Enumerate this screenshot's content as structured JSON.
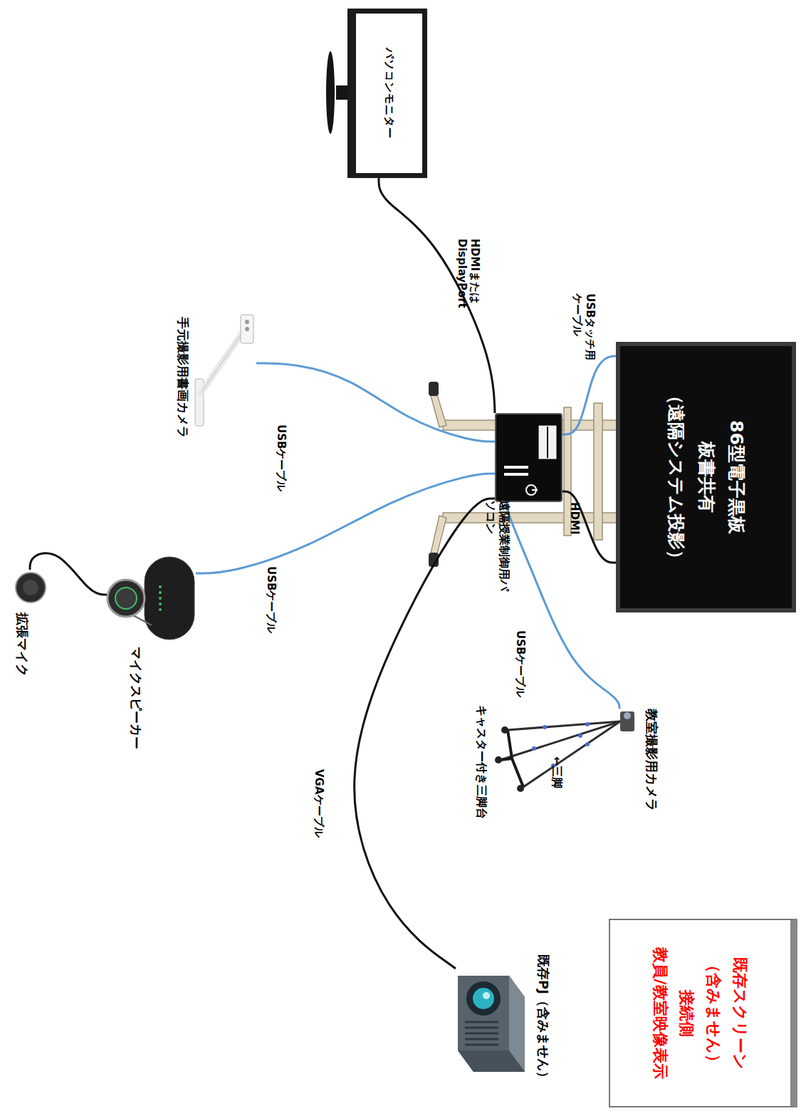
{
  "diagram": {
    "nodes": [
      {
        "text": [
          "パソコンモニター"
        ]
      },
      {
        "text": [
          "86型電子黒板",
          "板書共有",
          "（遠隔システム投影）"
        ]
      },
      {
        "text": [
          "遠隔授業制御用パソコン"
        ]
      },
      {
        "text": [
          "手元撮影用書画カメラ"
        ]
      },
      {
        "text": [
          "教室撮影用カメラ"
        ]
      },
      {
        "text": [
          "マイクスピーカー"
        ]
      },
      {
        "text": [
          "拡張マイク"
        ]
      },
      {
        "text": [
          "既存PJ（含みません）"
        ]
      },
      {
        "text": [
          "既存スクリーン",
          "（含みません）",
          "接続側",
          "教員/教室映像表示"
        ]
      }
    ],
    "edges": [
      {
        "from": 2,
        "to": 0,
        "arrow": "none",
        "label": "HDMIまたは DisplayPort"
      },
      {
        "from": 2,
        "to": 1,
        "arrow": "none",
        "label": "HDMI"
      },
      {
        "from": 2,
        "to": 1,
        "arrow": "none",
        "label": "USBタッチ用ケーブル"
      },
      {
        "from": 2,
        "to": 3,
        "arrow": "none",
        "label": "USBケーブル"
      },
      {
        "from": 2,
        "to": 5,
        "arrow": "none",
        "label": "USBケーブル"
      },
      {
        "from": 2,
        "to": 4,
        "arrow": "none",
        "label": "USBケーブル"
      },
      {
        "from": 2,
        "to": 7,
        "arrow": "none",
        "label": "VGAケーブル"
      },
      {
        "from": 5,
        "to": 6,
        "arrow": "none"
      }
    ],
    "labels": [
      "←三脚",
      "キャスター付き三脚台"
    ]
  }
}
